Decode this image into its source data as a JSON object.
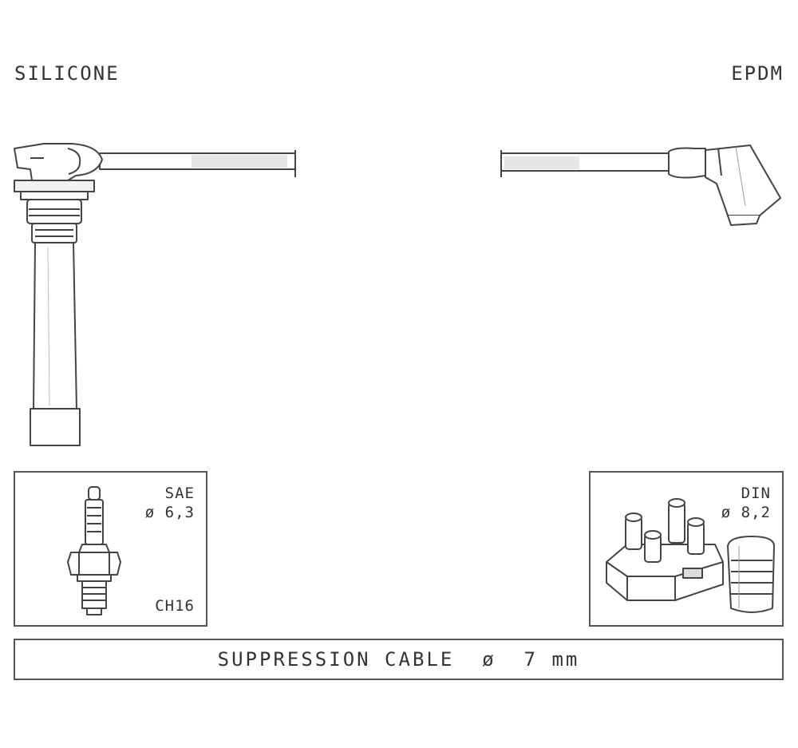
{
  "left_material": "SILICONE",
  "right_material": "EPDM",
  "spark_plug_box": {
    "standard": "SAE",
    "diameter": "ø 6,3",
    "code": "CH16"
  },
  "coil_box": {
    "standard": "DIN",
    "diameter": "ø 8,2"
  },
  "cable": {
    "label": "SUPPRESSION CABLE  ø  7 mm"
  }
}
